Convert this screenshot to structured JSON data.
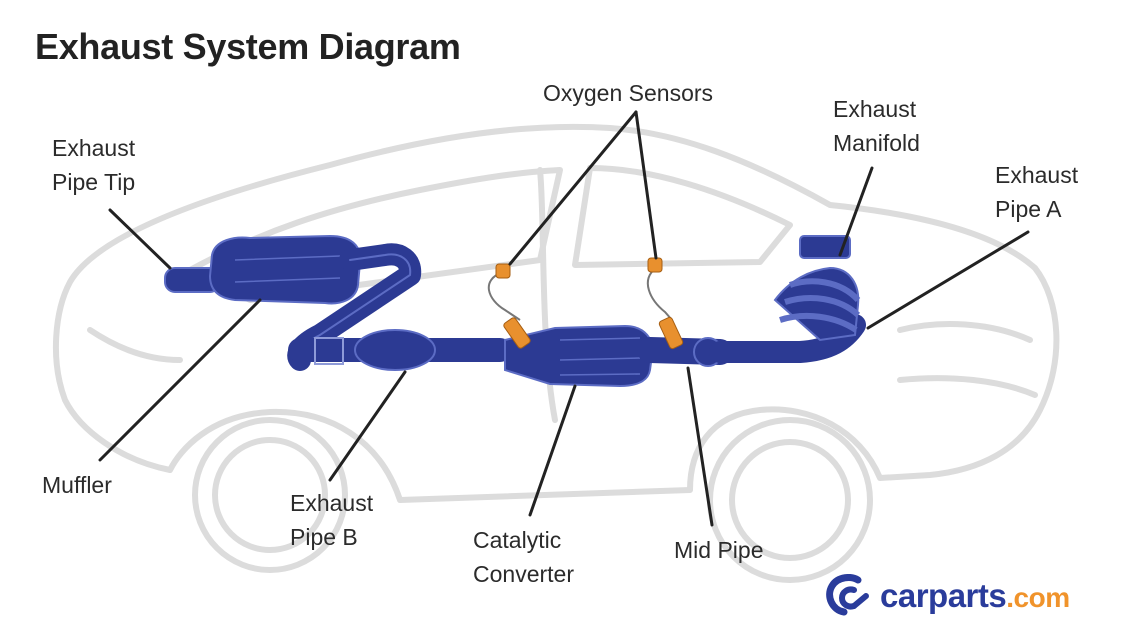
{
  "title": "Exhaust System Diagram",
  "labels": {
    "oxygen_sensors": "Oxygen Sensors",
    "exhaust_manifold": [
      "Exhaust",
      "Manifold"
    ],
    "exhaust_pipe_a": [
      "Exhaust",
      "Pipe A"
    ],
    "exhaust_pipe_tip": [
      "Exhaust",
      "Pipe Tip"
    ],
    "muffler": "Muffler",
    "exhaust_pipe_b": [
      "Exhaust",
      "Pipe B"
    ],
    "catalytic_converter": [
      "Catalytic",
      "Converter"
    ],
    "mid_pipe": "Mid Pipe"
  },
  "brand": {
    "name": "carparts",
    "tld": ".com",
    "icon": "carparts-logo-icon"
  },
  "colors": {
    "exhaust_part": "#2c3a93",
    "exhaust_highlight": "#5c6cc4",
    "sensor": "#e8902e",
    "car_outline": "#dcdcdc",
    "leader_line": "#222222",
    "brand_blue": "#2a3c9b",
    "brand_orange": "#f0932b"
  }
}
